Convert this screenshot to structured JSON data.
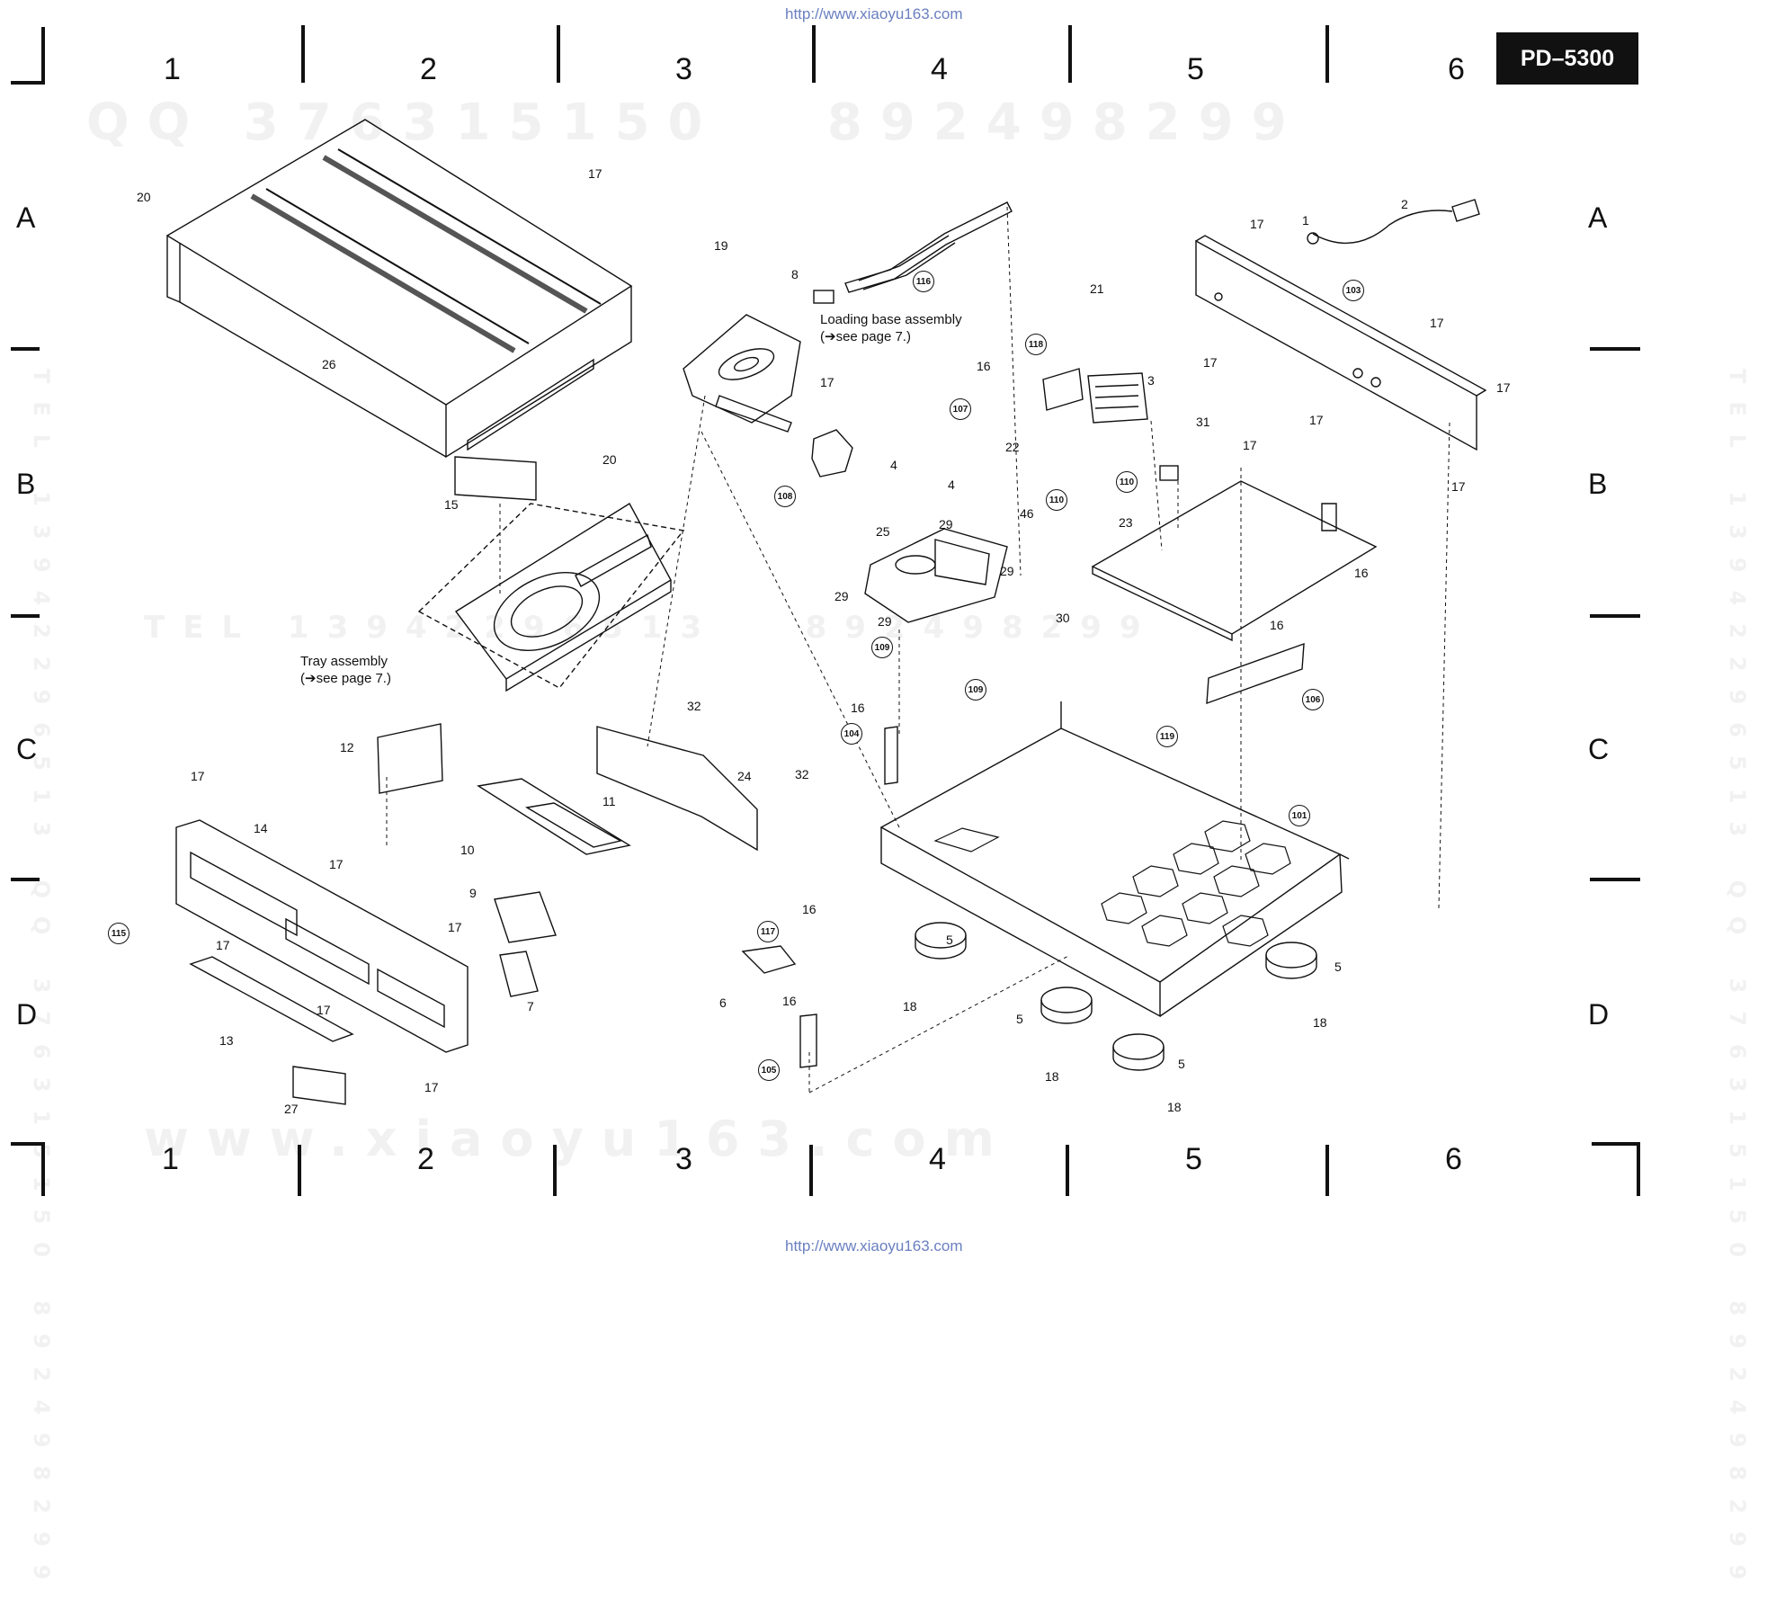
{
  "header": {
    "url_top": "http://www.xiaoyu163.com",
    "url_bottom": "http://www.xiaoyu163.com",
    "model": "PD–5300"
  },
  "grid": {
    "columns": [
      "1",
      "2",
      "3",
      "4",
      "5",
      "6"
    ],
    "rows": [
      "A",
      "B",
      "C",
      "D"
    ]
  },
  "watermarks": {
    "qq_line": "QQ 376315150   892498299",
    "tel_line": "TEL 13942296513   892498299",
    "www_line": "www.xiaoyu163.com",
    "side_left": "TEL 13942296513 QQ 376315150 892498299",
    "side_right": "TEL 13942296513 QQ 376315150 892498299"
  },
  "notes": {
    "loading_base": "Loading base assembly\n(➔see page 7.)",
    "tray": "Tray assembly\n(➔see page 7.)"
  },
  "part_labels": [
    {
      "id": "p20a",
      "text": "20"
    },
    {
      "id": "p17a",
      "text": "17"
    },
    {
      "id": "p26",
      "text": "26"
    },
    {
      "id": "p20b",
      "text": "20"
    },
    {
      "id": "p15",
      "text": "15"
    },
    {
      "id": "p19",
      "text": "19"
    },
    {
      "id": "p8",
      "text": "8"
    },
    {
      "id": "p17b",
      "text": "17"
    },
    {
      "id": "p4a",
      "text": "4"
    },
    {
      "id": "p4b",
      "text": "4"
    },
    {
      "id": "p25",
      "text": "25"
    },
    {
      "id": "p29a",
      "text": "29"
    },
    {
      "id": "p29b",
      "text": "29"
    },
    {
      "id": "p29c",
      "text": "29"
    },
    {
      "id": "p29d",
      "text": "29"
    },
    {
      "id": "p46",
      "text": "46"
    },
    {
      "id": "p16a",
      "text": "16"
    },
    {
      "id": "p22",
      "text": "22"
    },
    {
      "id": "p21",
      "text": "21"
    },
    {
      "id": "p3",
      "text": "3"
    },
    {
      "id": "p17c",
      "text": "17"
    },
    {
      "id": "p1",
      "text": "1"
    },
    {
      "id": "p2",
      "text": "2"
    },
    {
      "id": "p17d",
      "text": "17"
    },
    {
      "id": "p17e",
      "text": "17"
    },
    {
      "id": "p17f",
      "text": "17"
    },
    {
      "id": "p17g",
      "text": "17"
    },
    {
      "id": "p17h",
      "text": "17"
    },
    {
      "id": "p31",
      "text": "31"
    },
    {
      "id": "p17i",
      "text": "17"
    },
    {
      "id": "p23",
      "text": "23"
    },
    {
      "id": "p16b",
      "text": "16"
    },
    {
      "id": "p16c",
      "text": "16"
    },
    {
      "id": "p30",
      "text": "30"
    },
    {
      "id": "p16d",
      "text": "16"
    },
    {
      "id": "p32a",
      "text": "32"
    },
    {
      "id": "p32b",
      "text": "32"
    },
    {
      "id": "p24",
      "text": "24"
    },
    {
      "id": "p11",
      "text": "11"
    },
    {
      "id": "p10",
      "text": "10"
    },
    {
      "id": "p12",
      "text": "12"
    },
    {
      "id": "p17j",
      "text": "17"
    },
    {
      "id": "p14",
      "text": "14"
    },
    {
      "id": "p17k",
      "text": "17"
    },
    {
      "id": "p17l",
      "text": "17"
    },
    {
      "id": "p17m",
      "text": "17"
    },
    {
      "id": "p17n",
      "text": "17"
    },
    {
      "id": "p17o",
      "text": "17"
    },
    {
      "id": "p9",
      "text": "9"
    },
    {
      "id": "p7",
      "text": "7"
    },
    {
      "id": "p13",
      "text": "13"
    },
    {
      "id": "p27",
      "text": "27"
    },
    {
      "id": "p16e",
      "text": "16"
    },
    {
      "id": "p16f",
      "text": "16"
    },
    {
      "id": "p6",
      "text": "6"
    },
    {
      "id": "p5a",
      "text": "5"
    },
    {
      "id": "p18a",
      "text": "18"
    },
    {
      "id": "p5b",
      "text": "5"
    },
    {
      "id": "p18b",
      "text": "18"
    },
    {
      "id": "p5c",
      "text": "5"
    },
    {
      "id": "p18c",
      "text": "18"
    },
    {
      "id": "p5d",
      "text": "5"
    },
    {
      "id": "p18d",
      "text": "18"
    }
  ],
  "circled_labels": [
    {
      "id": "c116",
      "text": "116"
    },
    {
      "id": "c118",
      "text": "118"
    },
    {
      "id": "c107",
      "text": "107"
    },
    {
      "id": "c108",
      "text": "108"
    },
    {
      "id": "c110a",
      "text": "110"
    },
    {
      "id": "c110b",
      "text": "110"
    },
    {
      "id": "c103",
      "text": "103"
    },
    {
      "id": "c109a",
      "text": "109"
    },
    {
      "id": "c109b",
      "text": "109"
    },
    {
      "id": "c104",
      "text": "104"
    },
    {
      "id": "c106",
      "text": "106"
    },
    {
      "id": "c119",
      "text": "119"
    },
    {
      "id": "c101",
      "text": "101"
    },
    {
      "id": "c115",
      "text": "115"
    },
    {
      "id": "c117",
      "text": "117"
    },
    {
      "id": "c105",
      "text": "105"
    }
  ]
}
